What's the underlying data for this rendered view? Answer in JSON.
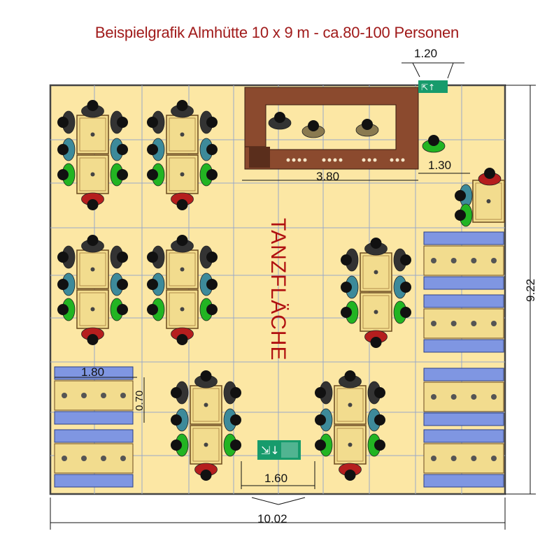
{
  "title": "Beispielgrafik Almhütte 10 x 9 m - ca.80-100 Personen",
  "dance_floor_label": "TANZFLÄCHE",
  "dimensions": {
    "total_width": "10.02",
    "total_depth": "9.22",
    "exit_top_width": "1.20",
    "bar_length": "3.80",
    "bar_side": "1.30",
    "bench_length": "1.80",
    "bench_depth": "0.70",
    "exit_bottom_width": "1.60"
  },
  "colors": {
    "floor": "#fce7a4",
    "grid": "#9aa9c8",
    "bar": "#8b4a2e",
    "title": "#a01a1a",
    "dance_label": "#b01010",
    "table": "#f2dc8e",
    "bench": "#7f96e2",
    "exit_sign": "#179b6c",
    "person_head": "#111111"
  },
  "icons": [
    "emergency-exit-sign-icon",
    "person-icon",
    "table-icon",
    "bench-icon",
    "dimension-arrow-icon"
  ]
}
